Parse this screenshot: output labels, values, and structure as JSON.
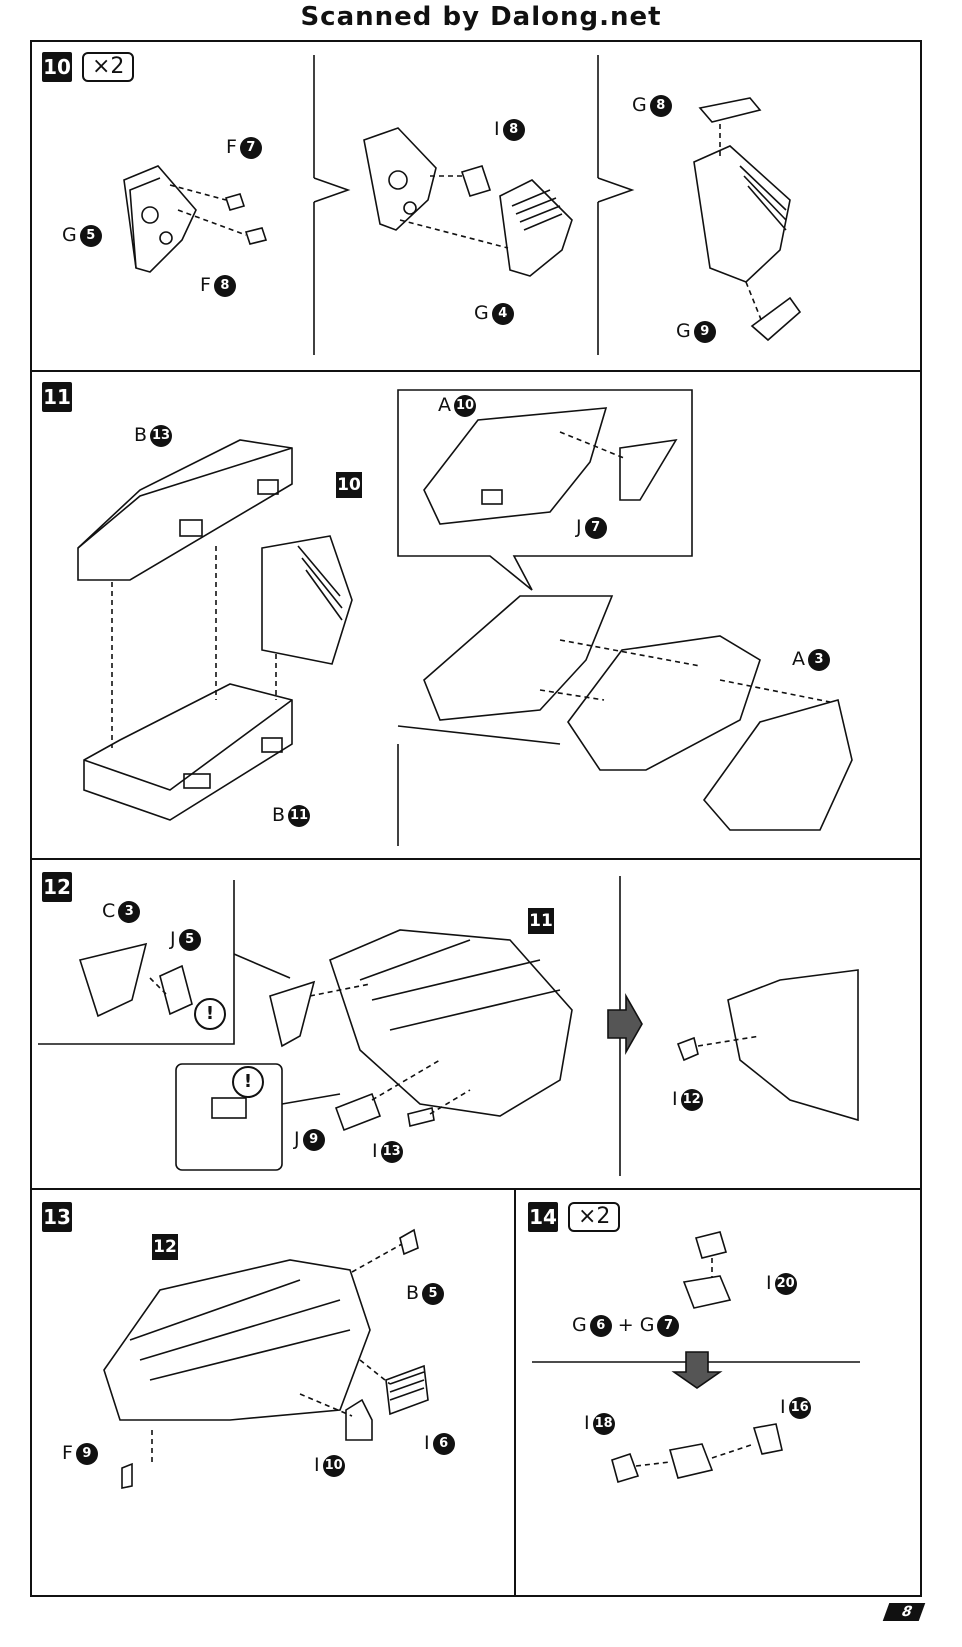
{
  "header": {
    "title": "Scanned by Dalong.net"
  },
  "steps": {
    "s10": {
      "num": "10",
      "mult": "×2",
      "labels": {
        "f7_letter": "F",
        "f7_num": "7",
        "g5_letter": "G",
        "g5_num": "5",
        "f8_letter": "F",
        "f8_num": "8",
        "i8_letter": "I",
        "i8_num": "8",
        "g4_letter": "G",
        "g4_num": "4",
        "g8_letter": "G",
        "g8_num": "8",
        "g9_letter": "G",
        "g9_num": "9"
      }
    },
    "s11": {
      "num": "11",
      "ref": "10",
      "labels": {
        "b13_letter": "B",
        "b13_num": "13",
        "b11_letter": "B",
        "b11_num": "11",
        "a10_letter": "A",
        "a10_num": "10",
        "j7_letter": "J",
        "j7_num": "7",
        "a3_letter": "A",
        "a3_num": "3"
      }
    },
    "s12": {
      "num": "12",
      "ref": "11",
      "labels": {
        "c3_letter": "C",
        "c3_num": "3",
        "j5_letter": "J",
        "j5_num": "5",
        "j9_letter": "J",
        "j9_num": "9",
        "i13_letter": "I",
        "i13_num": "13",
        "i12_letter": "I",
        "i12_num": "12"
      },
      "warning": "!"
    },
    "s13": {
      "num": "13",
      "ref": "12",
      "labels": {
        "b5_letter": "B",
        "b5_num": "5",
        "i6_letter": "I",
        "i6_num": "6",
        "i10_letter": "I",
        "i10_num": "10",
        "f9_letter": "F",
        "f9_num": "9"
      }
    },
    "s14": {
      "num": "14",
      "mult": "×2",
      "labels": {
        "i20_letter": "I",
        "i20_num": "20",
        "g6_letter": "G",
        "g6_num": "6",
        "plus": "+",
        "g7_letter": "G",
        "g7_num": "7",
        "i18_letter": "I",
        "i18_num": "18",
        "i16_letter": "I",
        "i16_num": "16"
      }
    }
  },
  "page": {
    "number": "8"
  }
}
